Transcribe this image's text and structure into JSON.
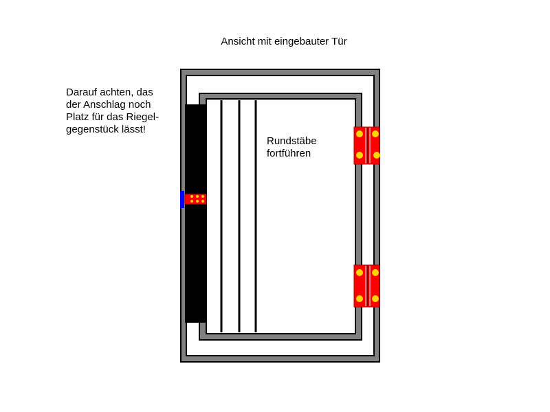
{
  "title": "Ansicht mit eingebauter Tür",
  "note": {
    "lines": [
      "Darauf achten, das",
      "der Anschlag noch",
      "Platz für das Riegel-",
      "gegenstück lässt!"
    ]
  },
  "rods_note": {
    "lines": [
      "Rundstäbe",
      "fortführen"
    ]
  },
  "colors": {
    "frame": "#808080",
    "outline": "#000000",
    "stop_strip": "#000000",
    "hinge": "#ff0000",
    "screw": "#ffd700",
    "bolt_knob": "#0000ff"
  }
}
